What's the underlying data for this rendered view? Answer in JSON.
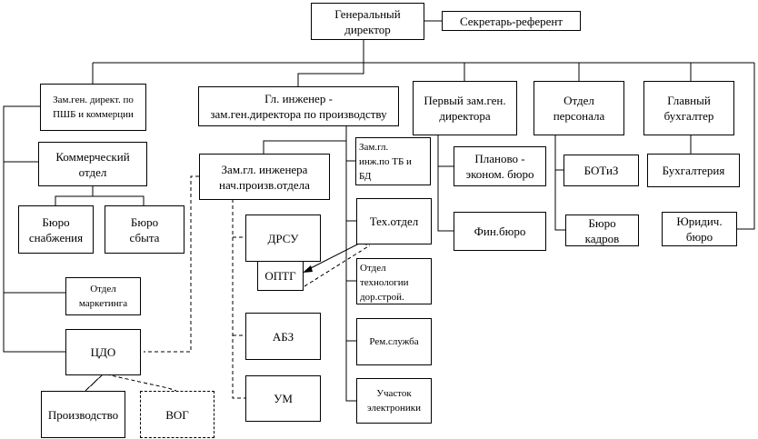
{
  "title": "Организационная структура",
  "nodes": {
    "gen_dir": "Генеральный\nдиректор",
    "secretary": "Секретарь-референт",
    "zam_commerce": "Зам.ген. директ. по\nПШБ и коммерции",
    "chief_engineer": "Гл. инженер -\nзам.ген.директора по производству",
    "first_zam": "Первый зам.ген.\nдиректора",
    "hr_dept": "Отдел\nперсонала",
    "chief_accountant": "Главный\nбухгалтер",
    "commercial_dept": "Коммерческий\nотдел",
    "supply_bureau": "Бюро\nснабжения",
    "sales_bureau": "Бюро\nсбыта",
    "marketing_dept": "Отдел\nмаркетинга",
    "cdo": "ЦДО",
    "production": "Производство",
    "vog": "ВОГ",
    "zam_chief_eng_prod": "Зам.гл. инженера\nнач.произв.отдела",
    "zam_chief_eng_safety": "Зам.гл.\nинж.по ТБ и\nБД",
    "drsu": "ДРСУ",
    "optg": "ОПТГ",
    "abz": "АБЗ",
    "um": "УМ",
    "tech_dept": "Тех.отдел",
    "road_tech_dept": "Отдел\nтехнологии\nдор.строй.",
    "repair_service": "Рем.служба",
    "electronics_site": "Участок\nэлектроники",
    "planning_bureau": "Планово -\nэконом. бюро",
    "fin_bureau": "Фин.бюро",
    "botiz": "БОТиЗ",
    "personnel_bureau": "Бюро\nкадров",
    "accounting": "Бухгалтерия",
    "legal_bureau": "Юридич.\nбюро"
  },
  "colors": {
    "line": "#000000",
    "background": "#ffffff"
  }
}
